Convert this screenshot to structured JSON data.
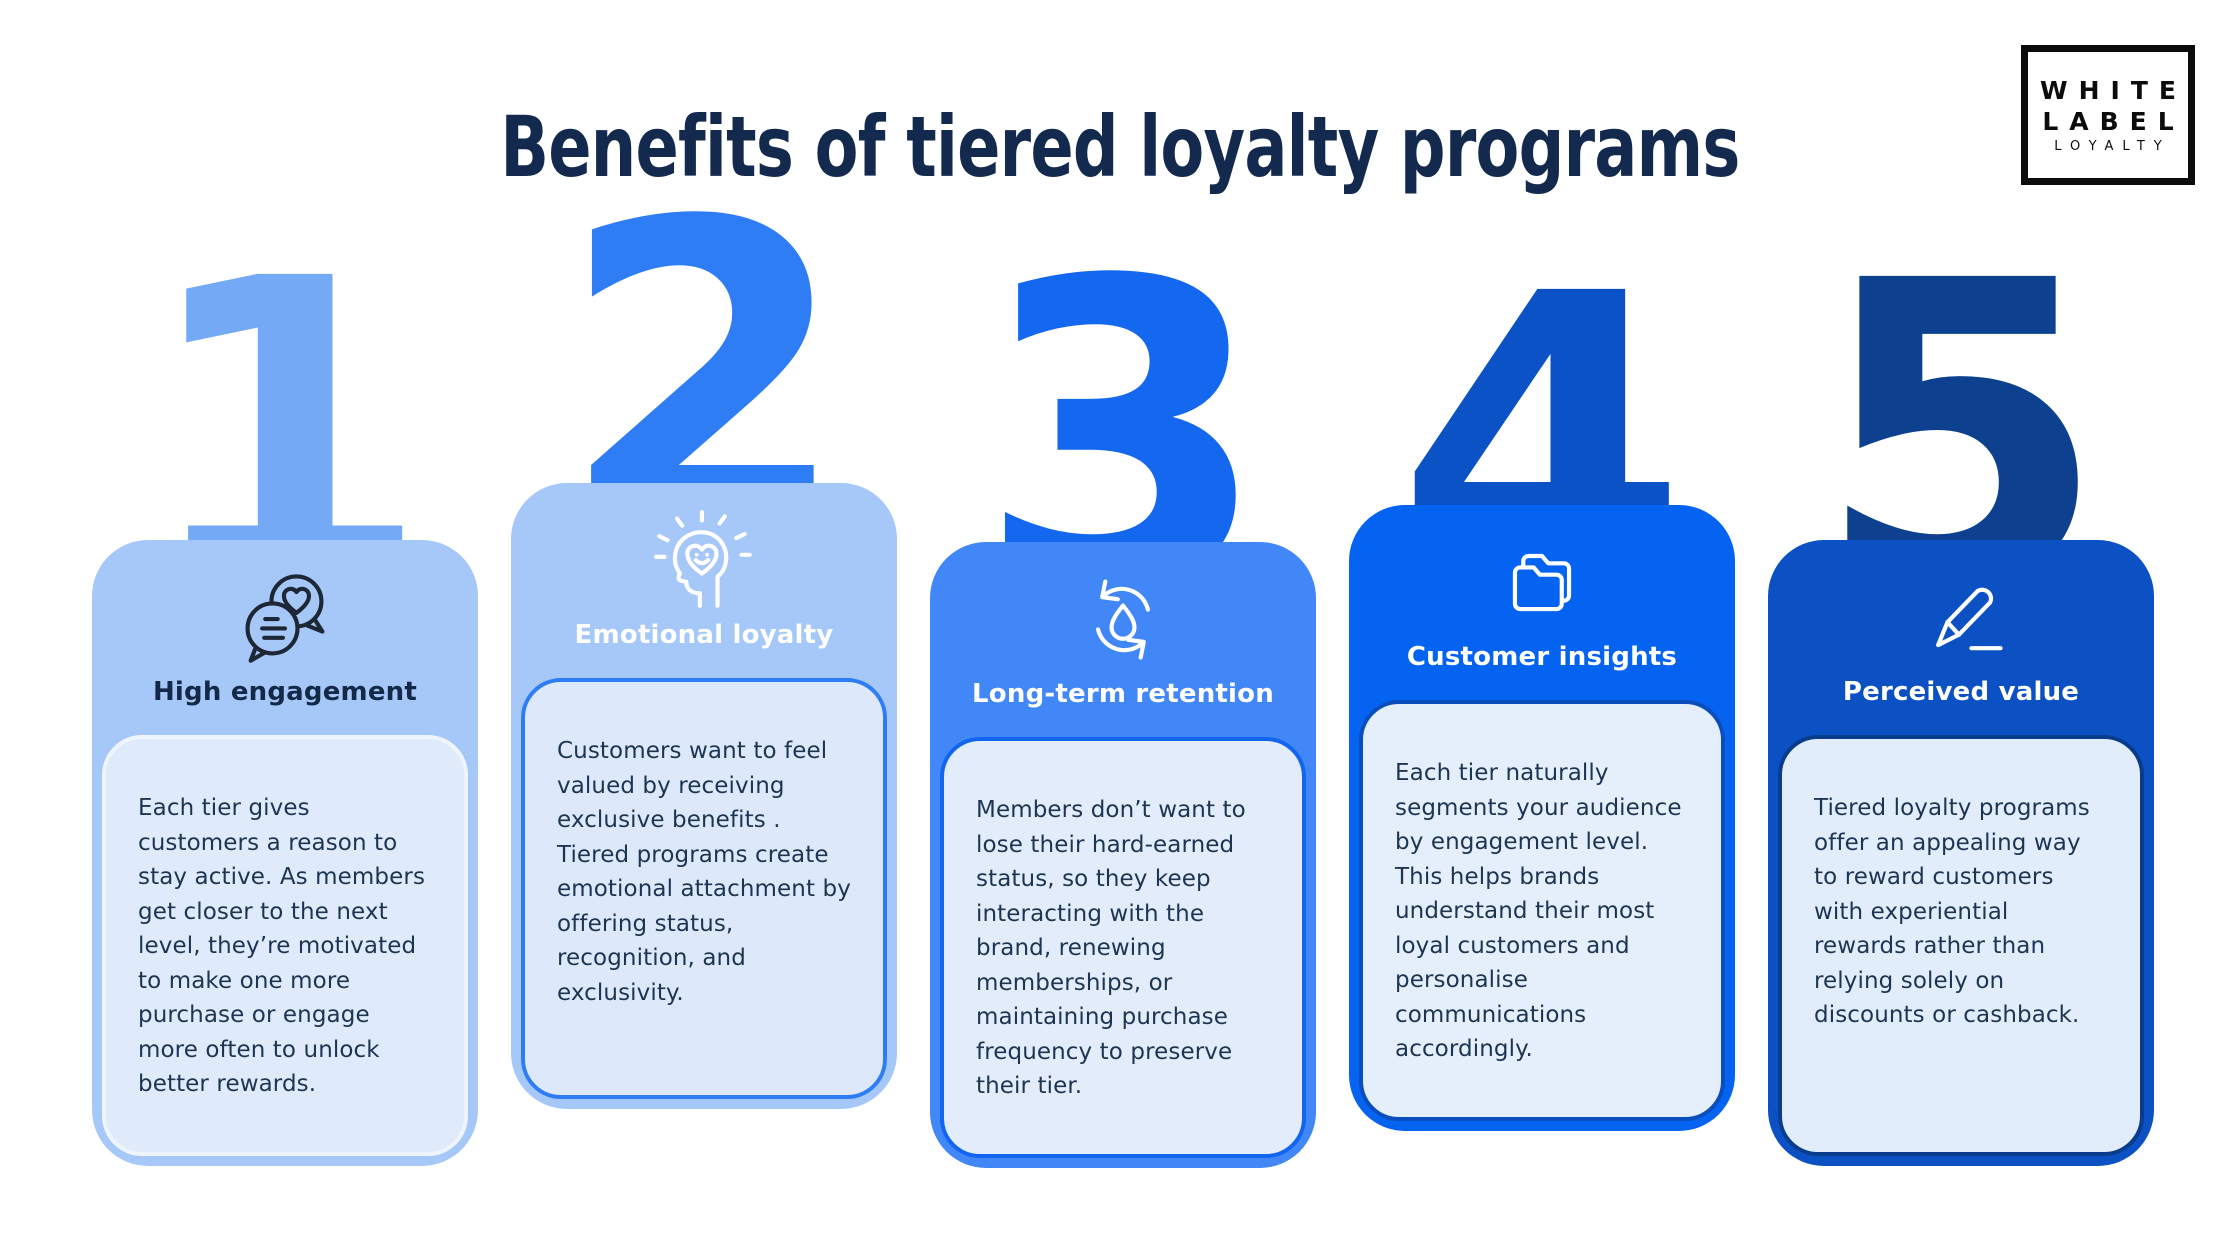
{
  "page": {
    "title": "Benefits of tiered loyalty programs",
    "background": "#FFFFFF",
    "title_color": "#14294E"
  },
  "logo": {
    "line1": "WHITE",
    "line2": "LABEL",
    "line3": "LOYALTY",
    "border_color": "#0C0C0C"
  },
  "cards": [
    {
      "number": "1",
      "icon": "chat-hearts-icon",
      "heading": "High engagement",
      "body": "Each tier gives customers a reason to stay active. As members get closer to the next level, they’re motivated to make one more purchase or engage more often to unlock better rewards.",
      "colors": {
        "number": "#74A9F6",
        "header": "#A5C8F8",
        "headingText": "#132947",
        "icon": "#1E2736",
        "panelBg": "#DFEAFB",
        "panelBorder": "#EFF5FE"
      }
    },
    {
      "number": "2",
      "icon": "head-heart-icon",
      "heading": "Emotional loyalty",
      "body": "Customers want to feel valued by receiving exclusive benefits . Tiered programs create emotional attachment by offering status, recognition, and exclusivity.",
      "colors": {
        "number": "#2F7DF5",
        "header": "#A5C8F8",
        "headingText": "#FFFFFF",
        "icon": "#FFFFFF",
        "panelBg": "#DDE9FB",
        "panelBorder": "#2F7DF5"
      }
    },
    {
      "number": "3",
      "icon": "refresh-cycle-icon",
      "heading": "Long-term retention",
      "body": "Members don’t want to lose their hard-earned status, so they keep interacting with the brand, renewing memberships, or maintaining purchase frequency to preserve their tier.",
      "colors": {
        "number": "#1467EF",
        "header": "#4287F7",
        "headingText": "#FFFFFF",
        "icon": "#FFFFFF",
        "panelBg": "#E2ECFB",
        "panelBorder": "#1165EF"
      }
    },
    {
      "number": "4",
      "icon": "folder-icon",
      "heading": "Customer insights",
      "body": "Each tier naturally segments your audience by engagement level. This helps brands understand their most loyal customers and personalise communications accordingly.",
      "colors": {
        "number": "#0A52C6",
        "header": "#0563F2",
        "headingText": "#FFFFFF",
        "icon": "#FFFFFF",
        "panelBg": "#E5EEFB",
        "panelBorder": "#0A4DBD"
      }
    },
    {
      "number": "5",
      "icon": "pencil-icon",
      "heading": "Perceived value",
      "body": "Tiered loyalty programs offer an appealing way to reward customers with experiential rewards rather than relying solely on discounts or cashback.",
      "colors": {
        "number": "#0D4190",
        "header": "#0B51C4",
        "headingText": "#FFFFFF",
        "icon": "#FFFFFF",
        "panelBg": "#E2EDFC",
        "panelBorder": "#0A3C8C"
      }
    }
  ]
}
